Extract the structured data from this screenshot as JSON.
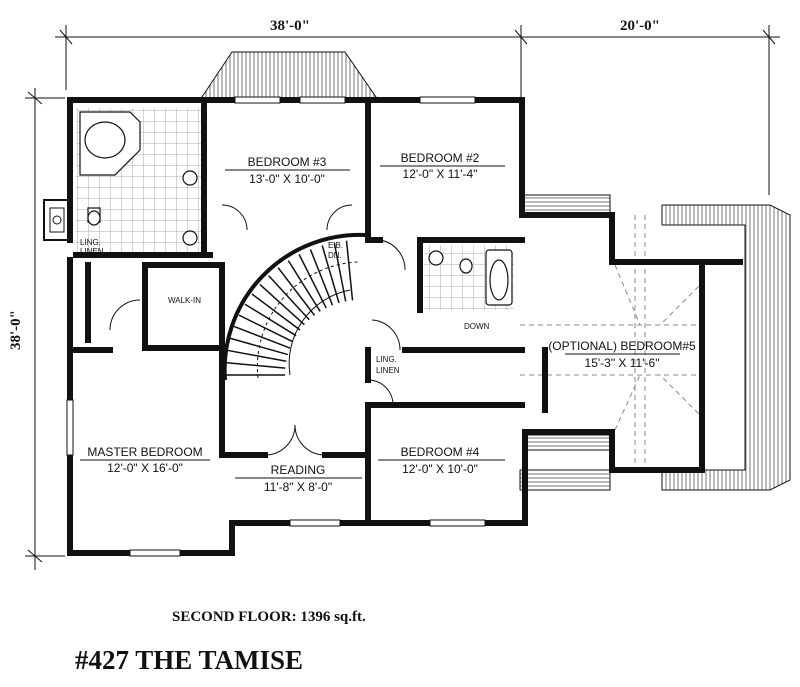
{
  "dimensions": {
    "top_main": "38'-0\"",
    "top_wing": "20'-0\"",
    "left": "38'-0\""
  },
  "rooms": [
    {
      "name": "BEDROOM #3",
      "size": "13'-0\" X 10'-0\""
    },
    {
      "name": "BEDROOM #2",
      "size": "12'-0\" X 11'-4\""
    },
    {
      "name": "(OPTIONAL) BEDROOM#5",
      "size": "15'-3\" X 11'-6\""
    },
    {
      "name": "MASTER BEDROOM",
      "size": "12'-0\" X 16'-0\""
    },
    {
      "name": "READING",
      "size": "11'-8\" X 8'-0\""
    },
    {
      "name": "BEDROOM #4",
      "size": "12'-0\" X 10'-0\""
    }
  ],
  "small_labels": {
    "ling_linen_1": "LING.",
    "ling_linen_1b": "LINEN",
    "ling_linen_2": "LING.",
    "ling_linen_2b": "LINEN",
    "eb": "E.B.",
    "dn": "DN.",
    "down": "DOWN",
    "walk_in": "WALK-IN"
  },
  "footer": {
    "floor_area": "SECOND FLOOR: 1396 sq.ft.",
    "model": "#427 THE TAMISE"
  }
}
